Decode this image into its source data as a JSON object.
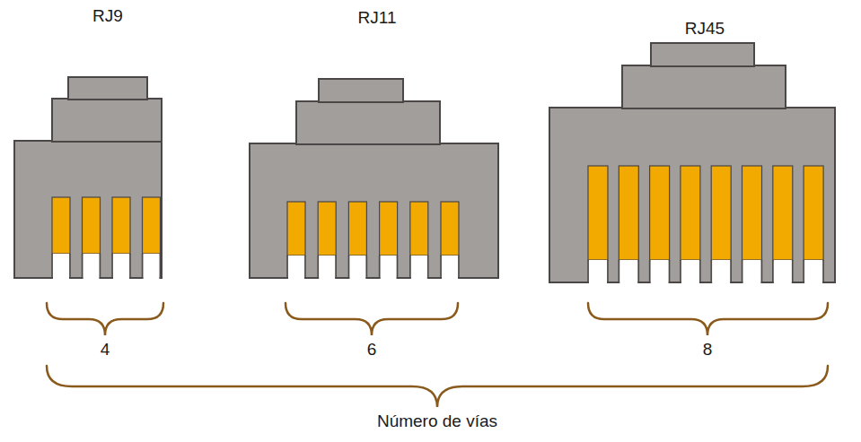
{
  "diagram": {
    "labels": [
      "RJ9",
      "RJ11",
      "RJ45",
      "4",
      "6",
      "8",
      "Número de vías"
    ]
  }
}
